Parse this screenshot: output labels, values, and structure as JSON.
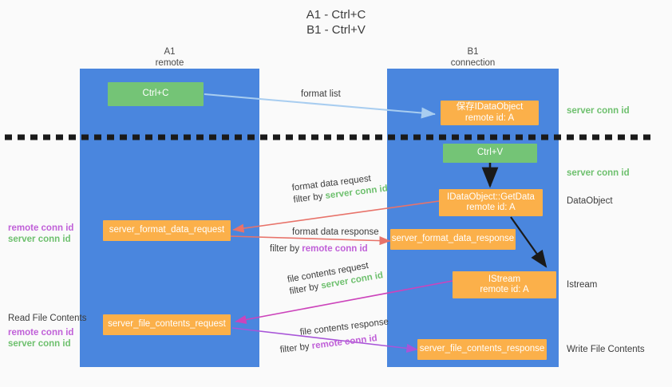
{
  "title": "A1 - Ctrl+C\nB1 - Ctrl+V",
  "columns": [
    {
      "name": "A1",
      "sub": "remote"
    },
    {
      "name": "B1",
      "sub": "connection"
    }
  ],
  "nodes": {
    "ctrl_c": {
      "label": "Ctrl+C"
    },
    "save_idataobject": {
      "line1": "保存IDataObject",
      "line2": "remote id: A"
    },
    "ctrl_v": {
      "label": "Ctrl+V"
    },
    "idataobject_getdata": {
      "line1": "IDataObject::GetData",
      "line2": "remote id: A"
    },
    "istream": {
      "line1": "IStream",
      "line2": "remote id: A"
    },
    "server_format_data_request": {
      "label": "server_format_data_request"
    },
    "server_format_data_response": {
      "label": "server_format_data_response"
    },
    "server_file_contents_request": {
      "label": "server_file_contents_request"
    },
    "server_file_contents_response": {
      "label": "server_file_contents_response"
    }
  },
  "edge_labels": {
    "format_list": "format list",
    "format_data_request": "format data request",
    "format_data_request_filter_prefix": "filter by ",
    "format_data_request_filter_value": "server conn id",
    "format_data_response": "format data response",
    "format_data_response_filter_prefix": "filter by ",
    "format_data_response_filter_value": "remote conn id",
    "file_contents_request": "file contents request",
    "file_contents_request_filter_prefix": "filter by ",
    "file_contents_request_filter_value": "server conn id",
    "file_contents_response": "file contents response",
    "file_contents_response_filter_prefix": "filter by ",
    "file_contents_response_filter_value": "remote conn id"
  },
  "right_annotations": {
    "server_conn_id_top": "server conn id",
    "server_conn_id_mid": "server conn id",
    "dataobject": "DataObject",
    "istream": "Istream",
    "write_file_contents": "Write File Contents"
  },
  "left_annotations": {
    "format_remote": "remote conn id",
    "format_server": "server conn id",
    "read_file_contents": "Read File Contents",
    "file_remote": "remote conn id",
    "file_server": "server conn id"
  },
  "colors": {
    "lane": "#4a86de",
    "green_node": "#74c476",
    "orange_node": "#fbb04a",
    "green_text": "#6ec06e",
    "purple_text": "#c060d8",
    "light_blue_arrow": "#a8cdf0",
    "red_arrow": "#e8736a",
    "magenta_arrow": "#cc44bb",
    "purple_arrow": "#a855d8",
    "black_arrow": "#1a1a1a",
    "background": "#fafafa"
  }
}
